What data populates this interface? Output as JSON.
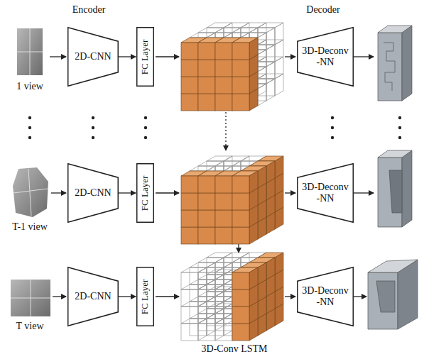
{
  "diagram": {
    "nodes": [
      {
        "text": [
          "2D-CNN"
        ]
      },
      {
        "text": [
          "FC Layer"
        ]
      },
      {
        "text": [
          "3D-Deconv -NN"
        ]
      },
      {
        "text": [
          "2D-CNN"
        ]
      },
      {
        "text": [
          "FC Layer"
        ]
      },
      {
        "text": [
          "3D-Deconv -NN"
        ]
      },
      {
        "text": [
          "2D-CNN"
        ]
      },
      {
        "text": [
          "FC Layer"
        ]
      },
      {
        "text": [
          "3D-Deconv -NN"
        ]
      }
    ],
    "edges": [
      {
        "from": 0,
        "to": 1,
        "arrow": "to"
      },
      {
        "from": 3,
        "to": 4,
        "arrow": "to"
      },
      {
        "from": 6,
        "to": 7,
        "arrow": "to"
      }
    ],
    "labels": [
      "Encoder",
      "Decoder",
      "1 view",
      "T-1 view",
      "T view",
      "3D-Conv LSTM"
    ]
  }
}
